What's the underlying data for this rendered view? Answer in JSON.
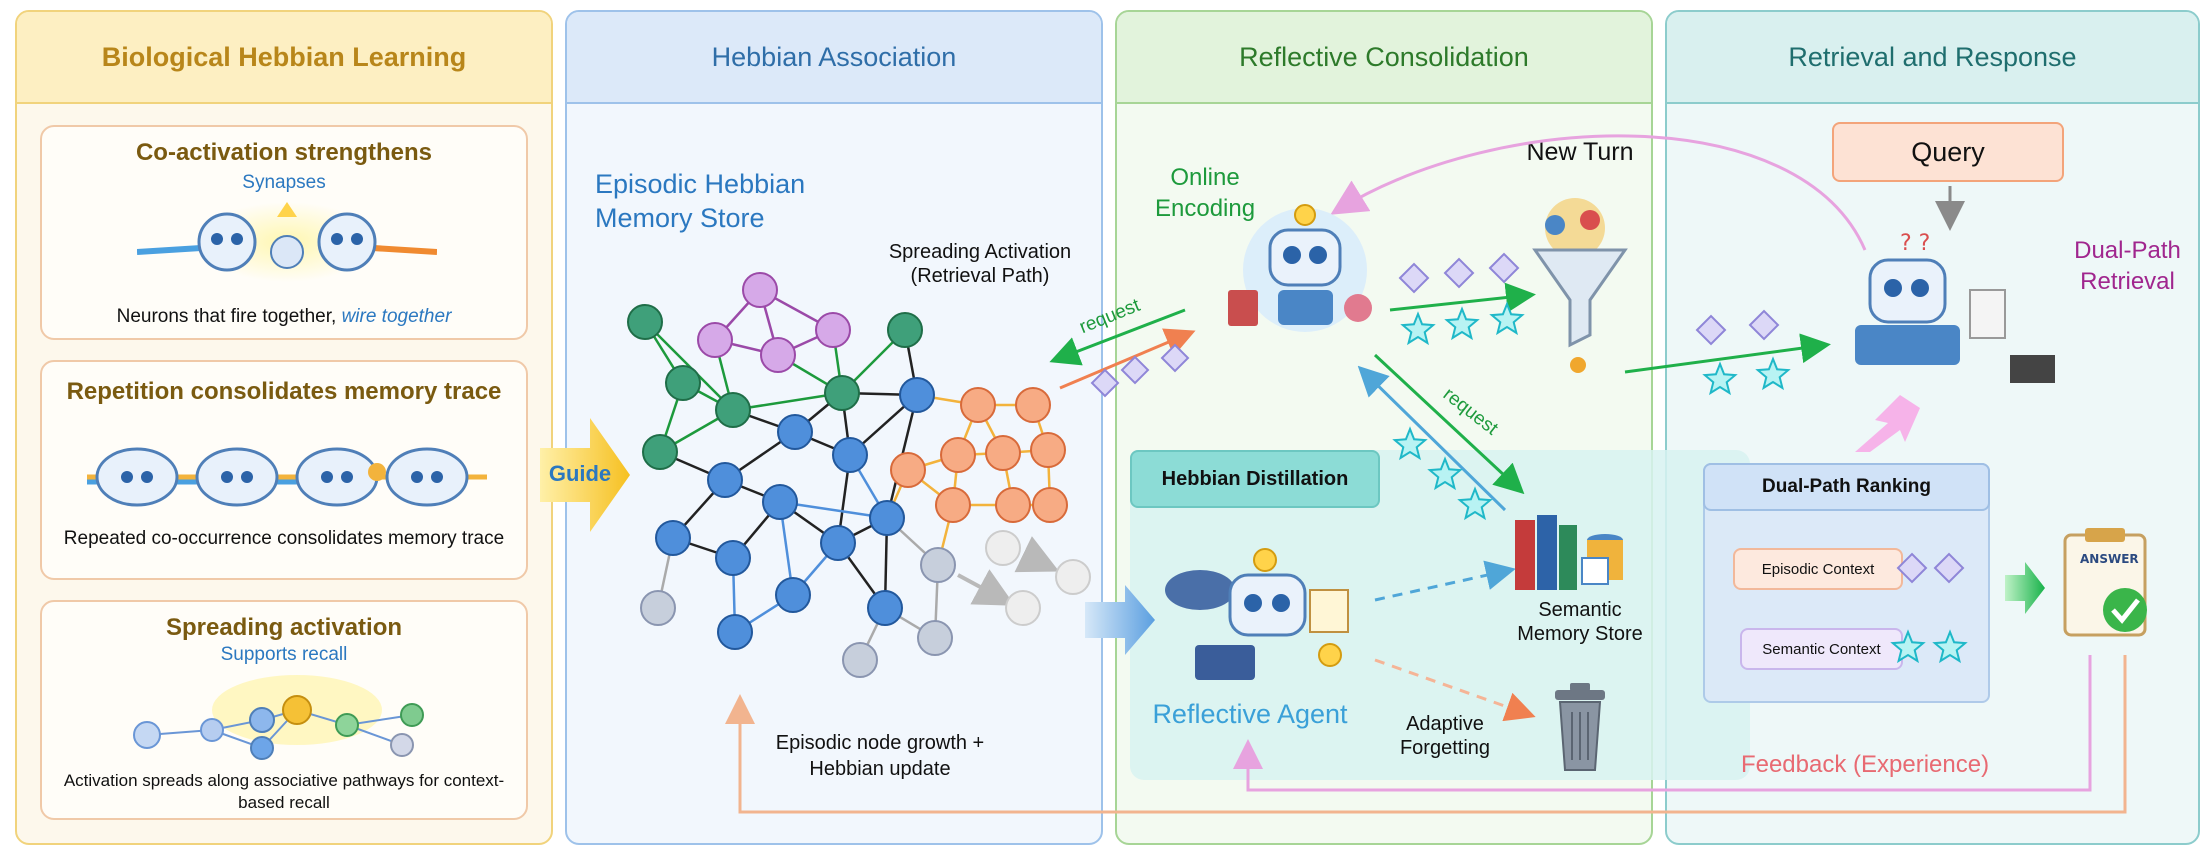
{
  "panels": [
    {
      "title": "Biological Hebbian Learning"
    },
    {
      "title": "Hebbian Association"
    },
    {
      "title": "Reflective Consolidation"
    },
    {
      "title": "Retrieval and Response"
    }
  ],
  "cards": [
    {
      "title": "Co-activation strengthens",
      "subtitle": "Synapses",
      "text": "Neurons that fire together, ",
      "emph": "wire together"
    },
    {
      "title": "Repetition consolidates memory trace",
      "text": "Repeated co-occurrence consolidates memory trace"
    },
    {
      "title": "Spreading activation",
      "subtitle": "Supports recall",
      "text": "Activation spreads along associative pathways for context-based recall"
    }
  ],
  "guide_label": "Guide",
  "hebbian": {
    "store_title": "Episodic Hebbian Memory Store",
    "spreading": "Spreading Activation (Retrieval Path)",
    "growth": "Episodic node growth + Hebbian update"
  },
  "reflective": {
    "online_encoding": "Online Encoding",
    "new_turn": "New Turn",
    "request_top": "request",
    "request_side": "request",
    "distillation": "Hebbian Distillation",
    "semantic_store": "Semantic Memory Store",
    "agent": "Reflective Agent",
    "forgetting": "Adaptive Forgetting"
  },
  "retrieval": {
    "query": "Query",
    "dual_path": "Dual-Path Retrieval",
    "ranking_title": "Dual-Path Ranking",
    "episodic_context": "Episodic Context",
    "semantic_context": "Semantic Context",
    "answer": "ANSWER",
    "feedback": "Feedback (Experience)"
  },
  "colors": {
    "episodic_node": "#4f8fdb",
    "purple_node": "#d6a9e8",
    "green_node": "#3fa07a",
    "orange_node": "#f7ab84",
    "grey_node": "#c7cfdc",
    "green_arrow": "#1fb04a",
    "orange_arrow": "#f08050",
    "pink_arrow": "#e7a3df",
    "blue_arrow": "#4fa6d8",
    "feedback_line": "#f2b48f"
  },
  "icons": [
    "robot-icon",
    "funnel-icon",
    "books-icon",
    "trash-icon",
    "answer-clipboard-icon",
    "diamond-icon",
    "star-icon",
    "lightbulb-icon"
  ]
}
